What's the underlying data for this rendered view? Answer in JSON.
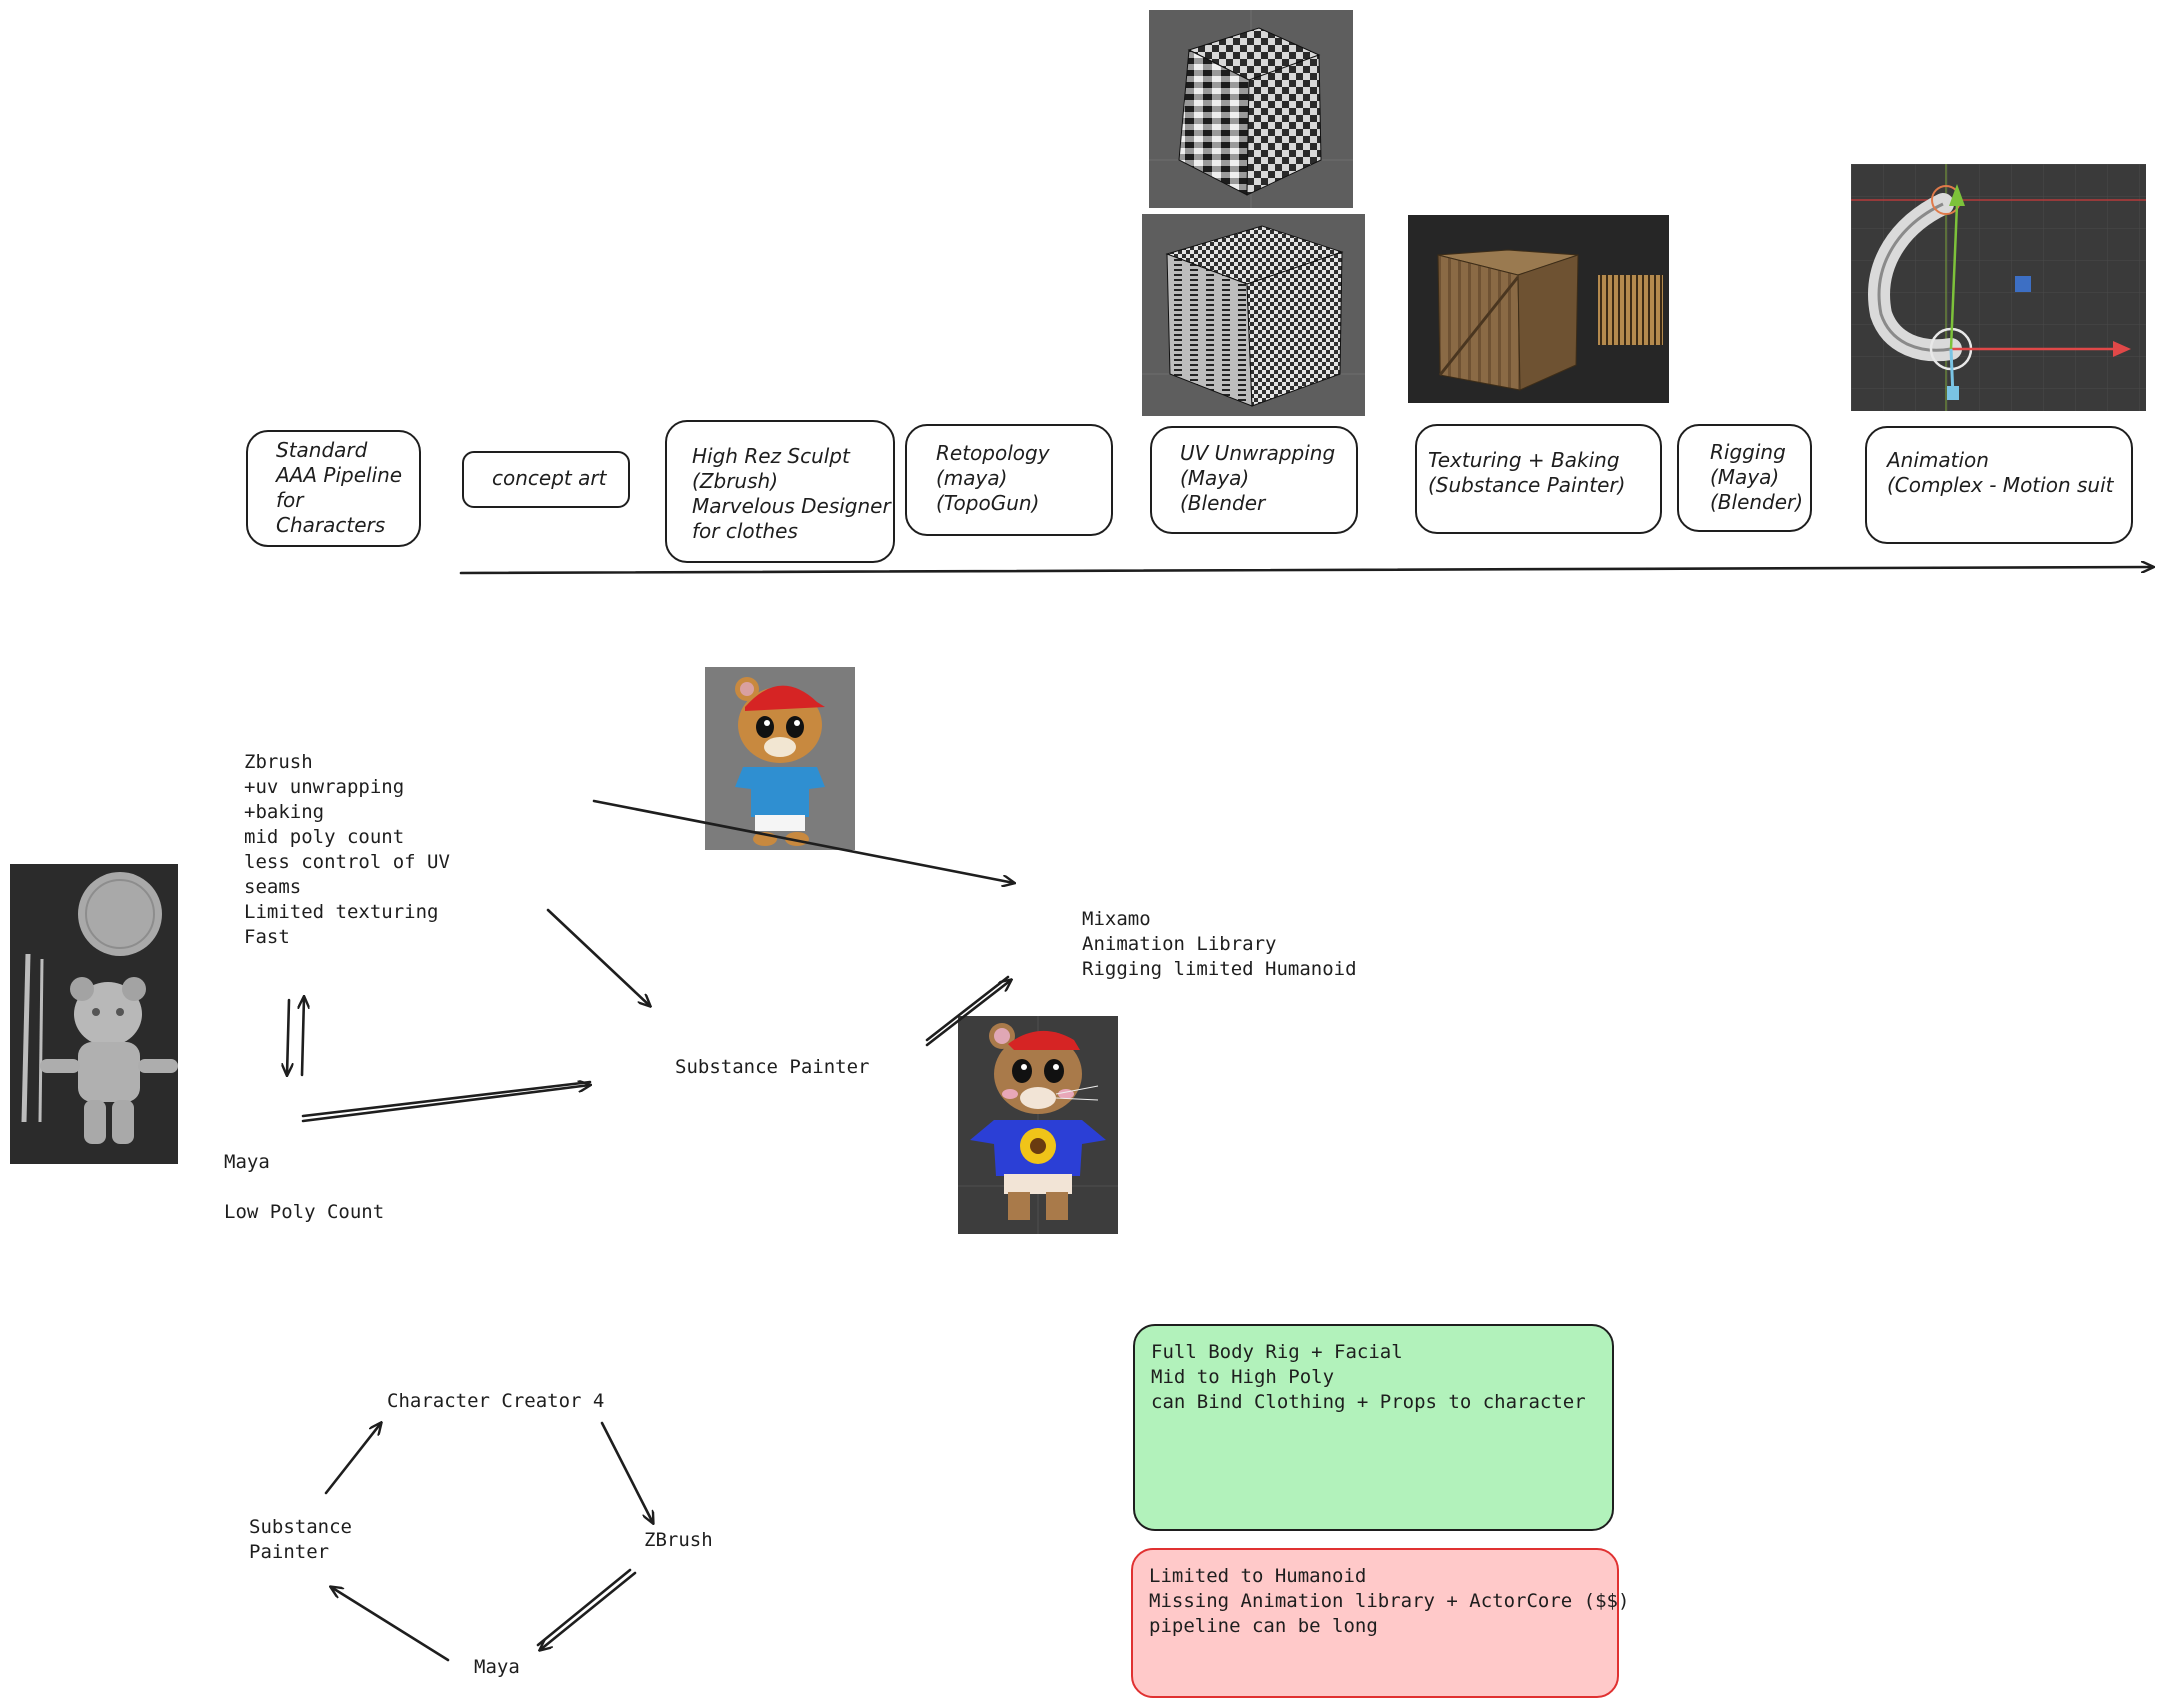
{
  "pipeline": {
    "steps": [
      {
        "id": "standard",
        "label": "Standard\nAAA Pipeline\nfor\nCharacters"
      },
      {
        "id": "concept",
        "label": "concept art"
      },
      {
        "id": "sculpt",
        "label": "High Rez Sculpt\n(Zbrush)\nMarvelous Designer\nfor clothes"
      },
      {
        "id": "retopo",
        "label": "Retopology\n(maya)\n(TopoGun)"
      },
      {
        "id": "uv",
        "label": "UV Unwrapping\n(Maya)\n(Blender"
      },
      {
        "id": "texturing",
        "label": "Texturing + Baking\n(Substance Painter)"
      },
      {
        "id": "rigging",
        "label": "Rigging\n(Maya)\n(Blender)"
      },
      {
        "id": "animation",
        "label": "Animation\n(Complex - Motion suit"
      }
    ]
  },
  "workflow2": {
    "zbrush_notes": "Zbrush\n+uv unwrapping\n+baking\nmid poly count\nless control of UV\nseams\nLimited texturing\nFast",
    "maya_notes": "Maya\n\nLow Poly Count",
    "substance_label": "Substance Painter",
    "mixamo_notes": "Mixamo\nAnimation Library\nRigging limited Humanoid"
  },
  "workflow3": {
    "nodes": {
      "cc4": "Character Creator 4",
      "zbrush": "ZBrush",
      "maya": "Maya",
      "substance": "Substance\nPainter"
    },
    "pros": "Full Body Rig + Facial\nMid to High Poly\ncan Bind Clothing + Props to character",
    "cons": "Limited to Humanoid\nMissing Animation library + ActorCore ($$)\npipeline can be long"
  },
  "colors": {
    "stroke": "#1e1e1e",
    "pros_fill": "#b2f2bb",
    "cons_fill": "#ffc9c9",
    "cons_stroke": "#e03131",
    "viewport_bg": "#3a3a3a"
  },
  "icons": {
    "checker_cube": "checker-cube-icon",
    "textured_crate": "wooden-crate-icon",
    "rig_viewport": "rig-bone-icon",
    "hamster_sculpt": "hamster-sculpt-icon",
    "hamster_cap": "hamster-red-cap-icon",
    "hamster_sunflower": "hamster-sunflower-shirt-icon"
  }
}
